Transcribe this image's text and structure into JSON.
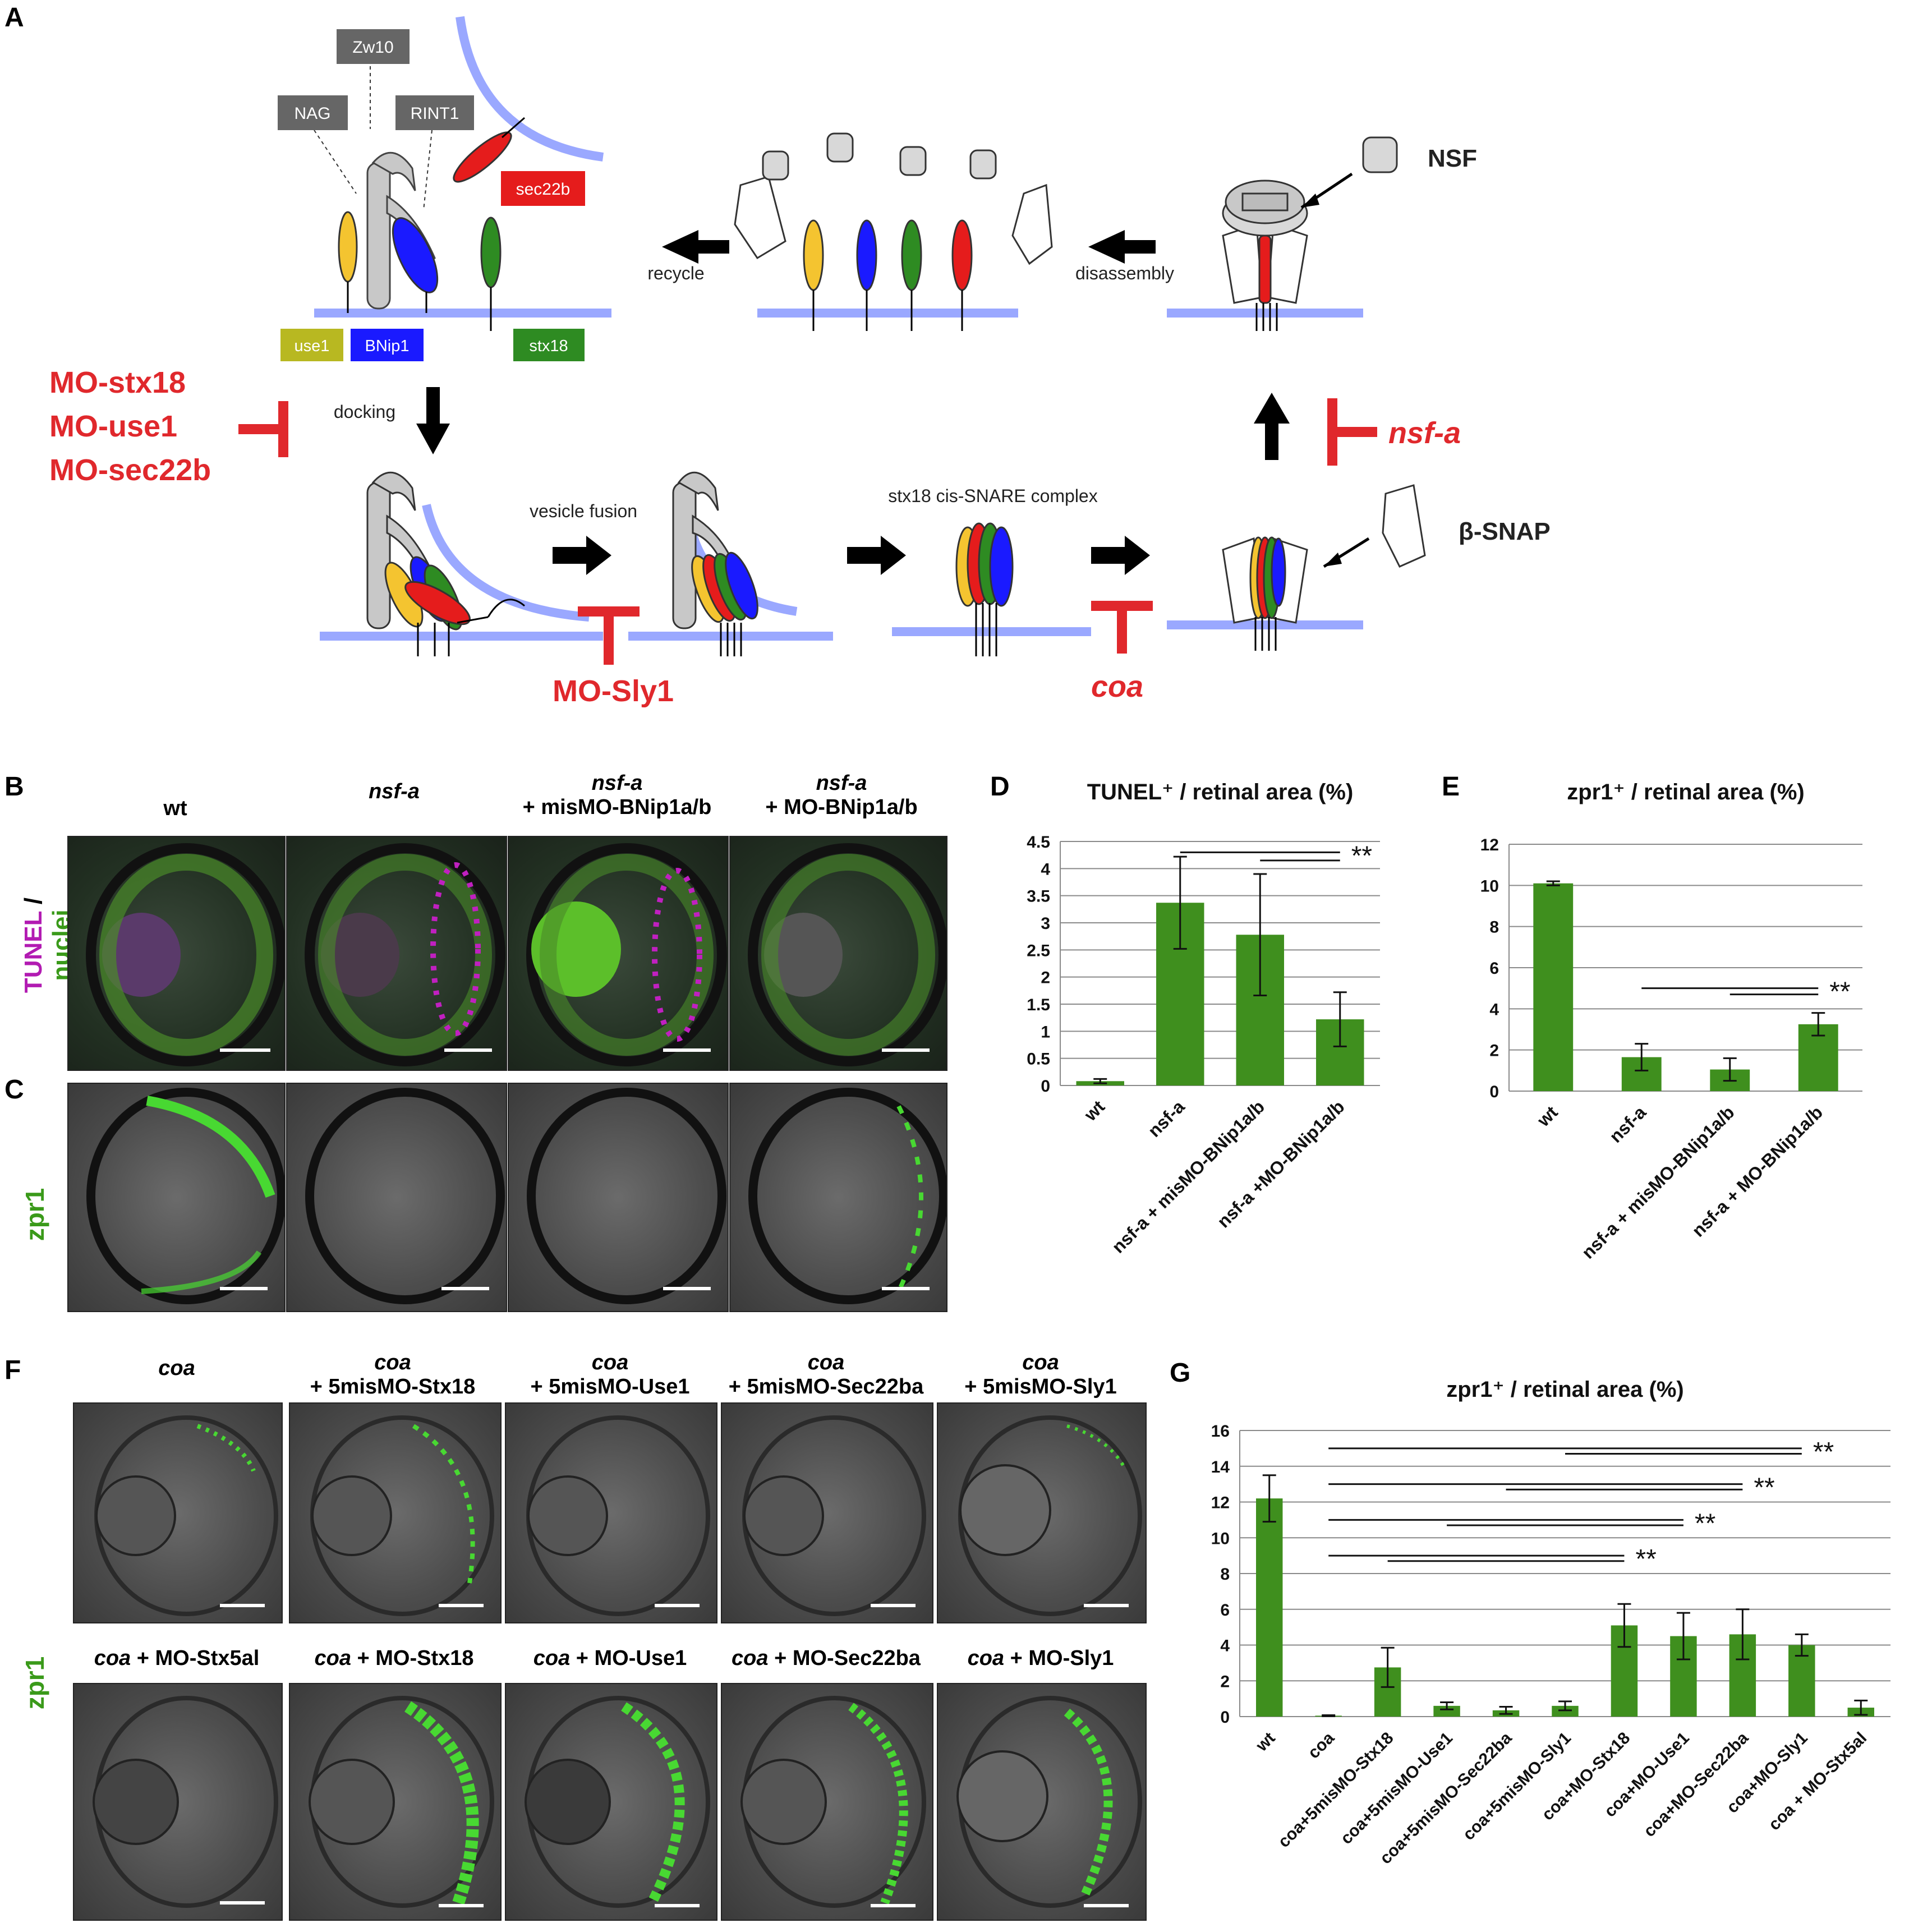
{
  "panelA": {
    "letter": "A",
    "proteins": {
      "zw10": "Zw10",
      "nag": "NAG",
      "rint1": "RINT1",
      "sec22b": "sec22b",
      "use1": "use1",
      "bnip1": "BNip1",
      "stx18": "stx18",
      "nsf": "NSF",
      "bsnap": "β-SNAP"
    },
    "steps": {
      "recycle": "recycle",
      "disassembly": "disassembly",
      "docking": "docking",
      "fusion": "vesicle fusion",
      "cis": "stx18 cis-SNARE complex"
    },
    "inhibitors": {
      "mo1": "MO-stx18",
      "mo2": "MO-use1",
      "mo3": "MO-sec22b",
      "nsfa": "nsf-a",
      "sly1": "MO-Sly1",
      "coa": "coa"
    },
    "colors": {
      "membrane": "#9aa8ff",
      "use1": "#f4c430",
      "bnip1": "#1a1aff",
      "stx18": "#2e8b22",
      "sec22b": "#e51c1c",
      "tether": "#c8c8c8",
      "inhibitor": "#e0282c"
    }
  },
  "panelB": {
    "letter": "B",
    "headers": [
      {
        "line1": "wt",
        "line2": ""
      },
      {
        "line1": "nsf-a",
        "line2": ""
      },
      {
        "line1": "nsf-a",
        "line2": "+ misMO-BNip1a/b"
      },
      {
        "line1": "nsf-a",
        "line2": "+ MO-BNip1a/b"
      }
    ],
    "side_label_a": "TUNEL",
    "side_label_sep": " / ",
    "side_label_b": "nuclei"
  },
  "panelC": {
    "letter": "C",
    "side_label": "zpr1"
  },
  "panelF": {
    "letter": "F",
    "headers_top": [
      {
        "line1": "coa",
        "line2": ""
      },
      {
        "line1": "coa",
        "line2": "+ 5misMO-Stx18"
      },
      {
        "line1": "coa",
        "line2": "+ 5misMO-Use1"
      },
      {
        "line1": "coa",
        "line2": "+ 5misMO-Sec22ba"
      },
      {
        "line1": "coa",
        "line2": "+ 5misMO-Sly1"
      }
    ],
    "headers_bottom": [
      {
        "a": "coa",
        "b": " + MO-Stx5al"
      },
      {
        "a": "coa",
        "b": " + MO-Stx18"
      },
      {
        "a": "coa",
        "b": " + MO-Use1"
      },
      {
        "a": "coa",
        "b": " + MO-Sec22ba"
      },
      {
        "a": "coa",
        "b": " + MO-Sly1"
      }
    ],
    "side_label": "zpr1"
  },
  "chart_data": [
    {
      "panel": "D",
      "type": "bar",
      "title": "TUNEL⁺ / retinal area (%)",
      "categories": [
        "wt",
        "nsf-a",
        "nsf-a + misMO-BNip1a/b",
        "nsf-a +MO-BNip1a/b"
      ],
      "values": [
        0.08,
        3.37,
        2.78,
        1.22
      ],
      "errors": [
        0.04,
        0.85,
        1.12,
        0.5
      ],
      "ylim": [
        0,
        4.5
      ],
      "yticks": [
        "0",
        "0.5",
        "1",
        "1.5",
        "2",
        "2.5",
        "3",
        "3.5",
        "4",
        "4.5"
      ],
      "significance": "**",
      "grid": true,
      "color": "#3f8f1e"
    },
    {
      "panel": "E",
      "type": "bar",
      "title": "zpr1⁺ / retinal area (%)",
      "categories": [
        "wt",
        "nsf-a",
        "nsf-a + misMO-BNip1a/b",
        "nsf-a + MO-BNip1a/b"
      ],
      "values": [
        10.1,
        1.65,
        1.05,
        3.25
      ],
      "errors": [
        0.1,
        0.65,
        0.55,
        0.55
      ],
      "ylim": [
        0,
        12
      ],
      "yticks": [
        "0",
        "2",
        "4",
        "6",
        "8",
        "10",
        "12"
      ],
      "significance": "**",
      "grid": true,
      "color": "#3f8f1e"
    },
    {
      "panel": "G",
      "type": "bar",
      "title": "zpr1⁺ / retinal area (%)",
      "categories": [
        "wt",
        "coa",
        "coa+5misMO-Stx18",
        "coa+5misMO-Use1",
        "coa+5misMO-Sec22ba",
        "coa+5misMO-Sly1",
        "coa+MO-Stx18",
        "coa+MO-Use1",
        "coa+MO-Sec22ba",
        "coa+MO-Sly1",
        "coa + MO-Stx5al"
      ],
      "values": [
        12.2,
        0.05,
        2.75,
        0.6,
        0.35,
        0.6,
        5.1,
        4.5,
        4.6,
        4.0,
        0.5
      ],
      "errors": [
        1.3,
        0.03,
        1.1,
        0.2,
        0.2,
        0.25,
        1.2,
        1.3,
        1.4,
        0.6,
        0.4
      ],
      "ylim": [
        0,
        16
      ],
      "yticks": [
        "0",
        "2",
        "4",
        "6",
        "8",
        "10",
        "12",
        "14",
        "16"
      ],
      "significance": "**",
      "grid": true,
      "color": "#3f8f1e"
    }
  ]
}
